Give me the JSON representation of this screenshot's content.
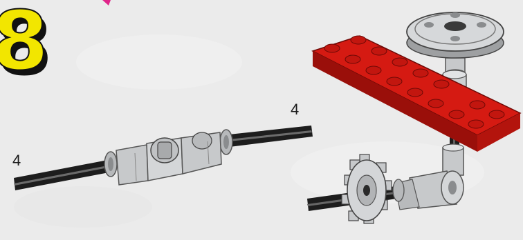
{
  "step": {
    "number": "8"
  },
  "parts": {
    "axle_right_qty": "4",
    "axle_left_qty": "4"
  },
  "colors": {
    "background": "#ebebeb",
    "step_yellow": "#f2e600",
    "step_black": "#111111",
    "brick_red": "#d51a12",
    "brick_red_dark": "#8e0d08",
    "part_grey": "#c7c9cb",
    "axle_black": "#1d1d1d"
  }
}
